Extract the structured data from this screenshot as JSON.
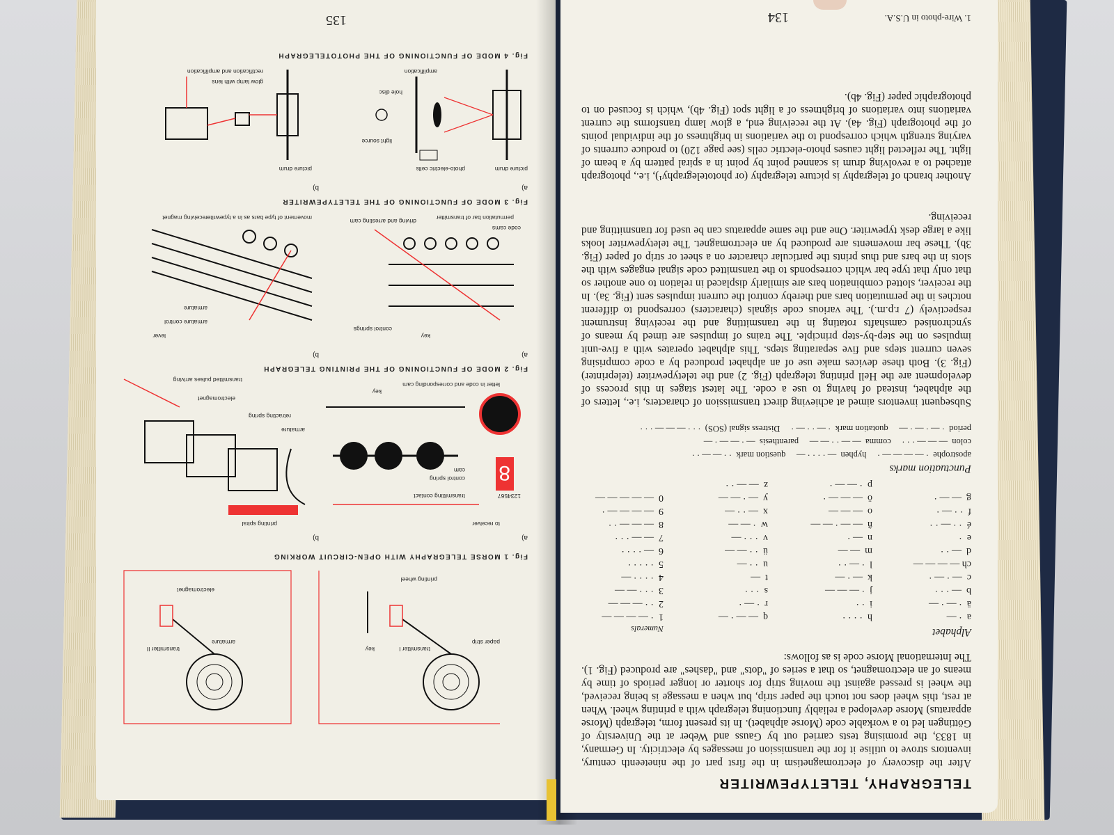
{
  "left_page": {
    "page_number": "135",
    "fig1": {
      "caption": "Fig. 1   MORSE TELEGRAPHY WITH OPEN-CIRCUIT WORKING",
      "labels": [
        "paper strip",
        "printing wheel",
        "transmitter I",
        "key",
        "armature",
        "transmitter II",
        "electromagnet"
      ]
    },
    "fig2": {
      "caption": "Fig. 2   MODE OF FUNCTIONING OF THE PRINTING TELEGRAPH",
      "part_a": "a)",
      "part_b": "b)",
      "labels": [
        "to receiver",
        "transmitting contact",
        "control spring",
        "cam",
        "letter in code and corresponding cam",
        "key",
        "printing spiral",
        "armature",
        "retracting spring",
        "electromagnet",
        "transmitted pulses arriving",
        "1234567"
      ]
    },
    "fig3": {
      "caption": "Fig. 3   MODE OF FUNCTIONING OF THE TELETYPEWRITER",
      "part_a": "a)",
      "part_b": "b)",
      "labels": [
        "permutation bar of transmitter",
        "code cams",
        "driving and arresting cam",
        "control springs",
        "key",
        "receiving magnet",
        "movement of type bars as in a typewriter",
        "armature",
        "armature control",
        "lever"
      ]
    },
    "fig4": {
      "caption": "Fig. 4   MODE OF FUNCTIONING OF THE PHOTOTELEGRAPH",
      "part_a": "a)",
      "part_b": "b)",
      "labels": [
        "picture drum",
        "photo-electric cells",
        "light source",
        "hole disc",
        "amplification",
        "picture drum",
        "glow lamp with lens",
        "rectification and amplification"
      ]
    }
  },
  "right_page": {
    "page_number": "134",
    "heading": "TELEGRAPHY, TELETYPEWRITER",
    "intro": "After the discovery of electromagnetism in the first part of the nineteenth century, inventors strove to utilise it for the transmission of messages by electricity. In Germany, in 1833, the promising tests carried out by Gauss and Weber at the University of Göttingen led to a workable code (Morse alphabet). In its present form, telegraph (Morse apparatus) Morse developed a reliably functioning telegraph with a printing wheel. When at rest, this wheel does not touch the paper strip, but when a message is being received, the wheel is pressed against the moving strip for shorter or longer periods of time by means of an electromagnet, so that a series of \"dots\" and \"dashes\" are produced (Fig. 1). The International Morse code is as follows:",
    "code_heading": "Alphabet",
    "numerals_label": "Numerals",
    "col1": "a  · —\nä  · — · —\nb  — · · ·\nc  — · — ·\nch — — — —\nd  — · ·\ne  ·\né  · · — · ·\nf  · · — ·\ng  — — ·",
    "col2": "h  · · · ·\ni  · ·\nj  · — — —\nk  — · —\nl  · — · ·\nm  — —\nn  — ·\nñ  — — · — —\no  — — —\nö  — — — ·\np  · — — ·",
    "col3": "q  — — · —\nr  · — ·\ns  · · ·\nt  —\nu  · · —\nü  · · — —\nv  · · · —\nw  · — —\nx  — · · —\ny  — · — —\nz  — — · ·",
    "col4": "1  · — — — —\n2  · · — — —\n3  · · · — —\n4  · · · · —\n5  · · · · ·\n6  — · · · ·\n7  — — · · ·\n8  — — — · ·\n9  — — — — ·\n0  — — — — —",
    "punct_heading": "Punctuation marks",
    "punct": "apostrophe  · — — — — ·     hyphen  — · · · · —     question mark  · · — — · ·\ncolon  — — — · · ·     comma  — — · · — —     parenthesis  — · — — · —\nperiod  · — · — · —     quotation mark  · — · · — ·     Distress signal (SOS)  · · · — — — · · ·",
    "body": "Subsequent inventors aimed at achieving direct transmission of characters, i.e., letters of the alphabet, instead of having to use a code. The latest stages in this process of development are the Hell printing telegraph (Fig. 2) and the teletypewriter (teleprinter) (Fig. 3). Both these devices make use of an alphabet produced by a code comprising seven current steps and five separating steps. This alphabet operates with a five-unit impulses on the step-by-step principle. The trains of impulses are timed by means of synchronised camshafts rotating in the transmitting and the receiving instrument respectively (7 r.p.m.). The various code signals (characters) correspond to different notches in the permutation bars and thereby control the current impulses sent (Fig. 3a). In the receiver, slotted combination bars are similarly displaced in relation to one another so that only that type bar which corresponds to the transmitted code signal engages with the slots in the bars and thus prints the particular character on a sheet or strip of paper (Fig. 3b). These bar movements are produced by an electromagnet. The teletypewriter looks like a large desk typewriter. One and the same apparatus can be used for transmitting and receiving.",
    "body2": "Another branch of telegraphy is picture telegraphy (or phototelegraphy¹), i.e., photograph attached to a revolving drum is scanned point by point in a spiral pattern by a beam of light. The reflected light causes photo-electric cells (see page 120) to produce currents of varying strength which correspond to the variations in brightness of the individual points of the photograph (Fig. 4a). At the receiving end, a glow lamp transforms the current variations into variations of brightness of a light spot (Fig. 4b), which is focused on to photographic paper (Fig. 4b).",
    "footnote": "1. Wire-photo in U.S.A."
  }
}
